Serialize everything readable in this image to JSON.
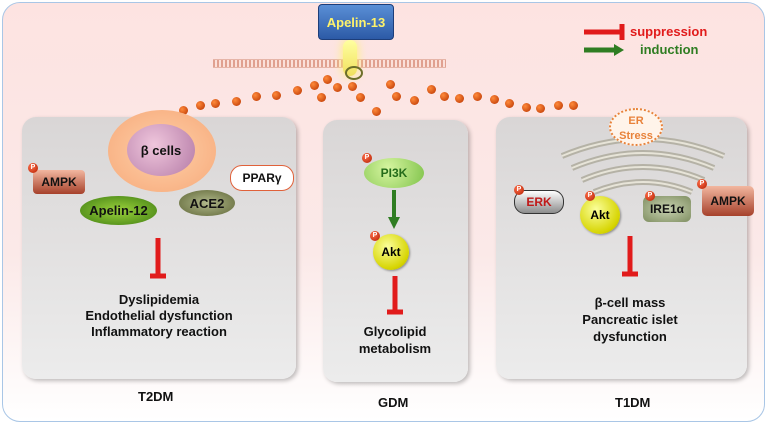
{
  "ligand": "Apelin-13",
  "legend": {
    "suppression": "suppression",
    "induction": "induction"
  },
  "colors": {
    "suppression": "#e11b1b",
    "induction": "#2f7d22"
  },
  "phospho_mark": "P",
  "t2dm": {
    "cell": "β cells",
    "apelin12": "Apelin-12",
    "ace2": "ACE2",
    "ppar": "PPARγ",
    "ampk": "AMPK",
    "outcomes": [
      "Dyslipidemia",
      "Endothelial dysfunction",
      "Inflammatory reaction"
    ],
    "label": "T2DM"
  },
  "gdm": {
    "pi3k": "PI3K",
    "akt": "Akt",
    "outcomes": [
      "Glycolipid",
      "metabolism"
    ],
    "label": "GDM"
  },
  "t1dm": {
    "er_stress": [
      "ER",
      "Stress"
    ],
    "erk": "ERK",
    "akt": "Akt",
    "ire1a": "IRE1α",
    "ampk": "AMPK",
    "outcomes": [
      "β-cell mass",
      "Pancreatic islet",
      "dysfunction"
    ],
    "label": "T1DM"
  }
}
